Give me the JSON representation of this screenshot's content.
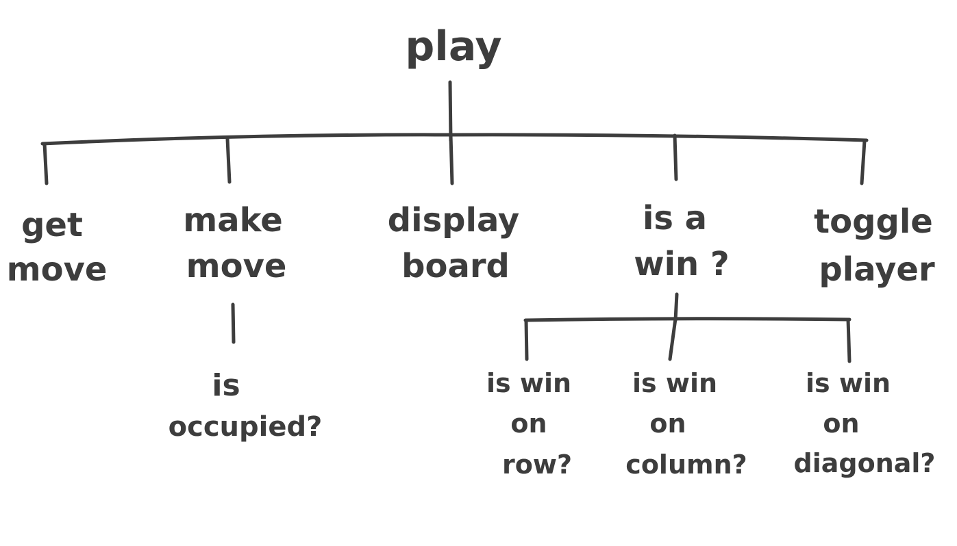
{
  "diagram": {
    "root": "play",
    "nodes": {
      "play": [
        "play"
      ],
      "get_move": [
        "get",
        "move"
      ],
      "make_move": [
        "make",
        "move"
      ],
      "display_board": [
        "display",
        "board"
      ],
      "is_a_win": [
        "is a",
        "win ?"
      ],
      "toggle_player": [
        "toggle",
        "player"
      ],
      "is_occupied": [
        "is",
        "occupied?"
      ],
      "is_win_on_row": [
        "is win",
        "on",
        "row?"
      ],
      "is_win_on_column": [
        "is win",
        "on",
        "column?"
      ],
      "is_win_on_diagonal": [
        "is win",
        "on",
        "diagonal?"
      ]
    },
    "edges": [
      [
        "play",
        "get_move"
      ],
      [
        "play",
        "make_move"
      ],
      [
        "play",
        "display_board"
      ],
      [
        "play",
        "is_a_win"
      ],
      [
        "play",
        "toggle_player"
      ],
      [
        "make_move",
        "is_occupied"
      ],
      [
        "is_a_win",
        "is_win_on_row"
      ],
      [
        "is_a_win",
        "is_win_on_column"
      ],
      [
        "is_a_win",
        "is_win_on_diagonal"
      ]
    ]
  }
}
